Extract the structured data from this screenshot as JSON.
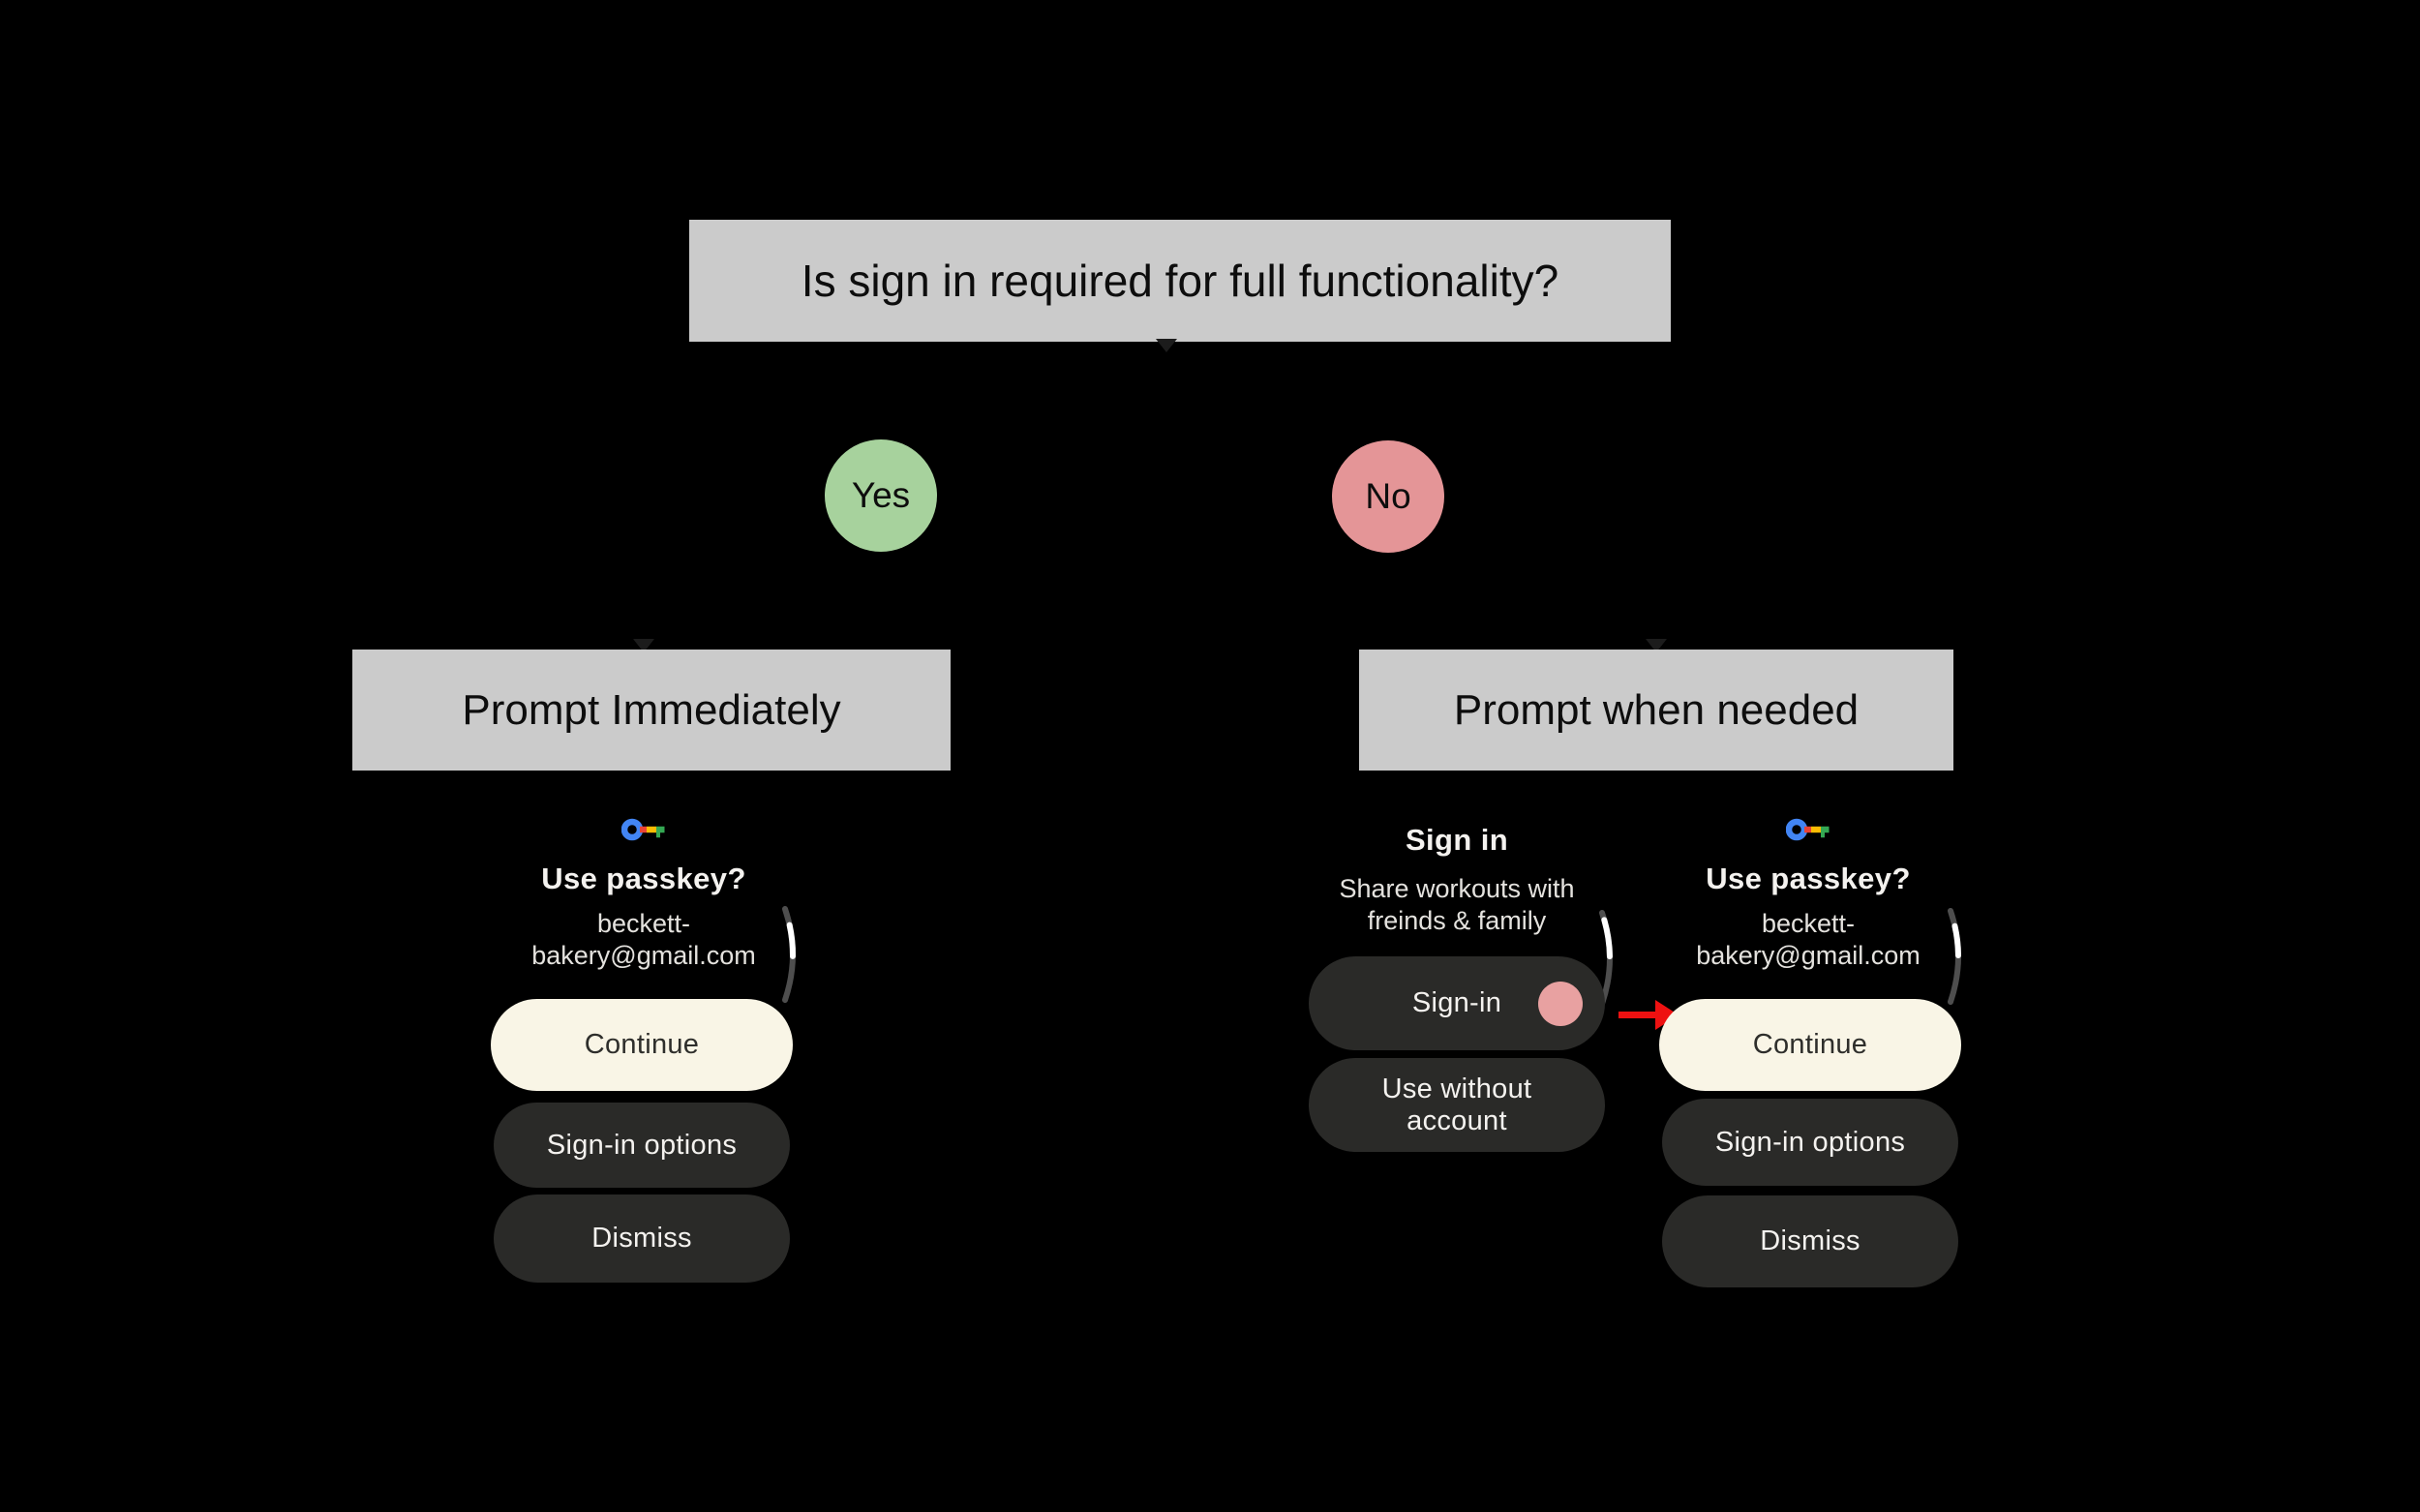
{
  "colors": {
    "background": "#000000",
    "flow_box_gray": "#cbcbcb",
    "yes_green": "#a7d29d",
    "no_pink": "#e49597",
    "cream_button": "#f9f5e6",
    "dark_button": "#2a2a28",
    "tap_indicator_pink": "#e8a1a1",
    "arrow_red": "#ee1111",
    "passkey_blue": "#4285f4",
    "passkey_red": "#ea4335",
    "passkey_yellow": "#fbbc04",
    "passkey_green": "#34a853"
  },
  "flowchart": {
    "question": "Is sign in required for full functionality?",
    "yes": "Yes",
    "no": "No",
    "branch_yes_title": "Prompt Immediately",
    "branch_no_title": "Prompt when needed"
  },
  "passkey_screen": {
    "icon": "passkey-icon",
    "title": "Use passkey?",
    "account_line1": "beckett-",
    "account_line2": "bakery@gmail.com",
    "continue_label": "Continue",
    "sign_in_options_label": "Sign-in options",
    "dismiss_label": "Dismiss"
  },
  "sign_in_screen": {
    "title": "Sign in",
    "subtitle_line1": "Share workouts with",
    "subtitle_line2": "freinds & family",
    "sign_in_label": "Sign-in",
    "use_without_line1": "Use without",
    "use_without_line2": "account"
  }
}
